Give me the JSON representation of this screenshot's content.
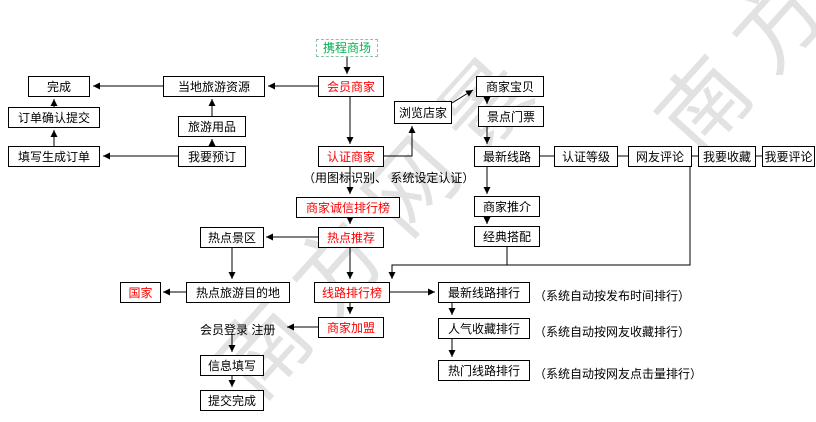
{
  "diagram": {
    "watermark": "南方网景",
    "colors": {
      "red": "#ff0000",
      "green": "#00b050",
      "line": "#000000",
      "watermark": "#e2e2e2"
    },
    "nodes": {
      "ctrip_mall": "携程商场",
      "done": "完成",
      "confirm_order": "订单确认提交",
      "fill_order": "填写生成订单",
      "local_resources": "当地旅游资源",
      "travel_goods": "旅游用品",
      "book_now": "我要预订",
      "member_merchant": "会员商家",
      "browse_shop": "浏览店家",
      "merchant_items": "商家宝贝",
      "attraction_tickets": "景点门票",
      "certified_merchant": "认证商家",
      "latest_routes": "最新线路",
      "cert_level": "认证等级",
      "user_comments": "网友评论",
      "want_favorite": "我要收藏",
      "want_comment": "我要评论",
      "merchant_promo": "商家推介",
      "classic_combo": "经典搭配",
      "credit_ranking": "商家诚信排行榜",
      "hot_recommend": "热点推荐",
      "hot_scenic": "热点景区",
      "country": "国家",
      "hot_destination": "热点旅游目的地",
      "route_ranking": "线路排行榜",
      "latest_route_rank": "最新线路排行",
      "member_login": "会员登录 注册",
      "merchant_join": "商家加盟",
      "popularity_rank": "人气收藏排行",
      "info_fill": "信息填写",
      "hot_route_rank": "热门线路排行",
      "submit_done": "提交完成"
    },
    "notes": {
      "cert": "（用图标识别、 系统设定认证）",
      "publish": "（系统自动按发布时间排行）",
      "favorite": "（系统自动按网友收藏排行）",
      "clicks": "（系统自动按网友点击量排行）"
    }
  }
}
